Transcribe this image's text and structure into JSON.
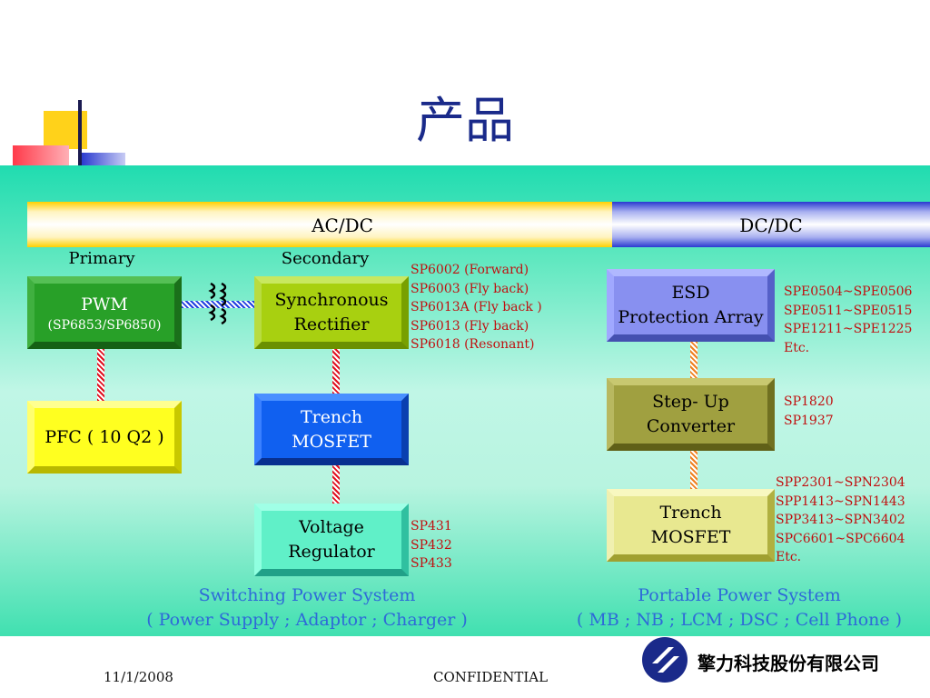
{
  "title": "产品",
  "bands": {
    "ac": "AC/DC",
    "dc": "DC/DC"
  },
  "columns": {
    "primary": "Primary",
    "secondary": "Secondary"
  },
  "boxes": {
    "pwm": {
      "title": "PWM",
      "sub": "(SP6853/SP6850)"
    },
    "pfc": "PFC ( 10 Q2 )",
    "sync": {
      "line1": "Synchronous",
      "line2": "Rectifier"
    },
    "trench_ac": {
      "line1": "Trench",
      "line2": "MOSFET"
    },
    "voltage": {
      "line1": "Voltage",
      "line2": "Regulator"
    },
    "esd": {
      "line1": "ESD",
      "line2": "Protection Array"
    },
    "stepup": {
      "line1": "Step- Up",
      "line2": "Converter"
    },
    "trench_dc": {
      "line1": "Trench",
      "line2": "MOSFET"
    }
  },
  "parts": {
    "sync": [
      "SP6002 (Forward)",
      "SP6003 (Fly back)",
      "SP6013A (Fly back )",
      "SP6013 (Fly back)",
      "SP6018 (Resonant)"
    ],
    "voltage": [
      "SP431",
      "SP432",
      "SP433"
    ],
    "esd": [
      "SPE0504~SPE0506",
      "SPE0511~SPE0515",
      "SPE1211~SPE1225",
      "Etc."
    ],
    "stepup": [
      "SP1820",
      "SP1937"
    ],
    "trench_dc": [
      "SPP2301~SPN2304",
      "SPP1413~SPN1443",
      "SPP3413~SPN3402",
      "SPC6601~SPC6604",
      "Etc."
    ]
  },
  "systems": {
    "switching": {
      "line1": "Switching Power System",
      "line2": "( Power Supply ; Adaptor ; Charger )"
    },
    "portable": {
      "line1": "Portable Power System",
      "line2": "( MB ; NB ; LCM ; DSC ; Cell Phone )"
    }
  },
  "footer": {
    "date": "11/1/2008",
    "confidential": "CONFIDENTIAL",
    "company": "擎力科技股份有限公司"
  },
  "colors": {
    "parts_text": "#c01010",
    "system_text": "#2e6ad8",
    "title_text": "#1a2a8a",
    "panel": "#20dcb0"
  }
}
